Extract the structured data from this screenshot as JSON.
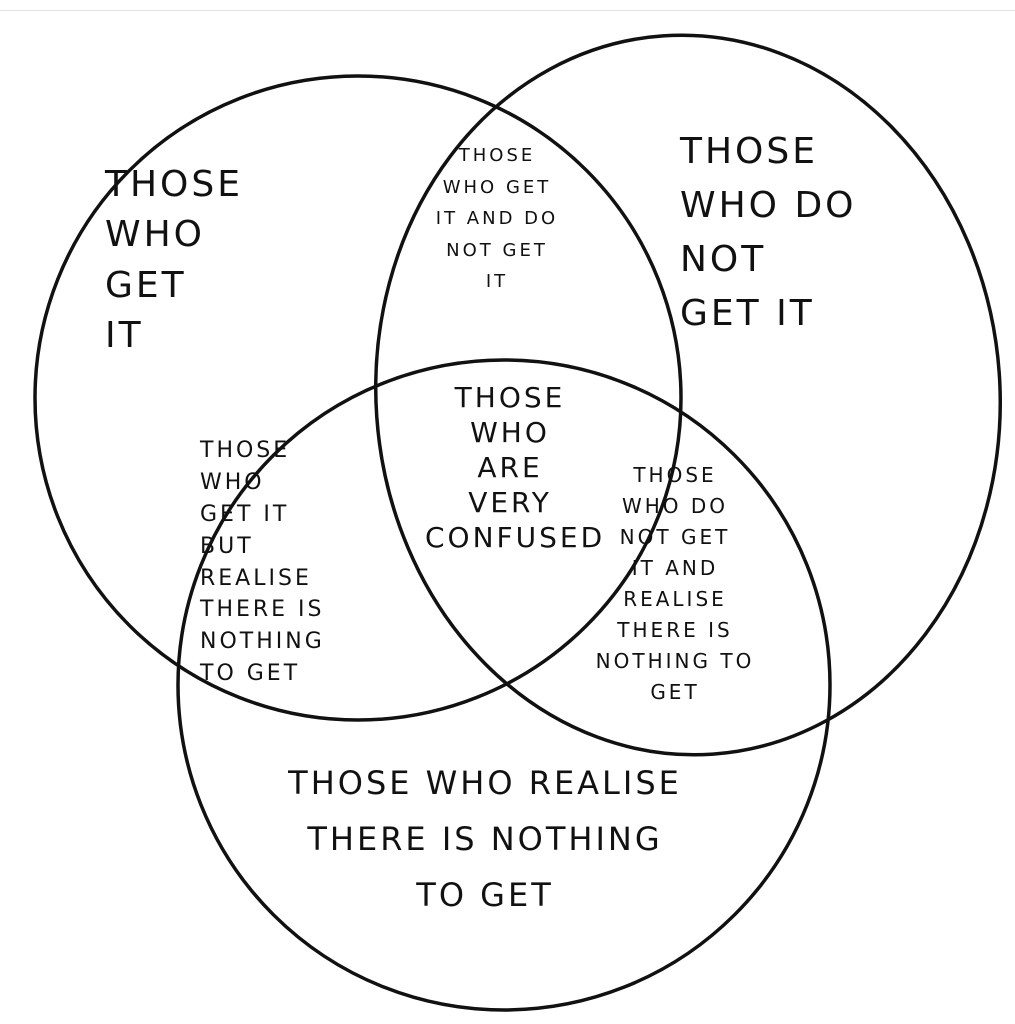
{
  "diagram": {
    "type": "venn",
    "line_color": "#111111",
    "regions": {
      "get_it": [
        "THOSE",
        "WHO",
        "GET",
        "IT"
      ],
      "not_get_it": [
        "THOSE",
        "WHO DO",
        "NOT",
        "GET IT"
      ],
      "get_and_not_get": [
        "THOSE",
        "WHO GET",
        "IT AND DO",
        "NOT GET",
        "IT"
      ],
      "very_confused": [
        "THOSE",
        "WHO",
        "ARE",
        "VERY",
        "CONFUSED"
      ],
      "get_but_nothing": [
        "THOSE",
        "WHO",
        "GET IT",
        "BUT",
        "REALISE",
        "THERE IS",
        "NOTHING",
        "TO GET"
      ],
      "not_get_and_nothing": [
        "THOSE",
        "WHO DO",
        "NOT GET",
        "IT AND",
        "REALISE",
        "THERE IS",
        "NOTHING TO",
        "GET"
      ],
      "realise_nothing": [
        "THOSE WHO REALISE",
        "THERE IS NOTHING",
        "TO GET"
      ]
    }
  }
}
